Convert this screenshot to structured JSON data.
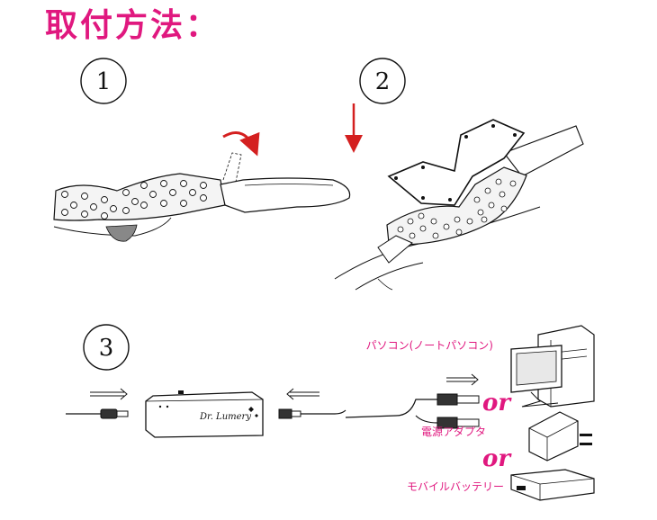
{
  "title": "取付方法：",
  "steps": [
    "1",
    "2",
    "3"
  ],
  "device_brand": "Dr. Lumery",
  "sources": {
    "computer": "パソコン(ノートパソコン)",
    "adapter": "電源アダプタ",
    "battery": "モバイルバッテリー"
  },
  "or_word": "or",
  "colors": {
    "accent": "#e0187f",
    "arrow": "#d42020",
    "line": "#111111"
  }
}
